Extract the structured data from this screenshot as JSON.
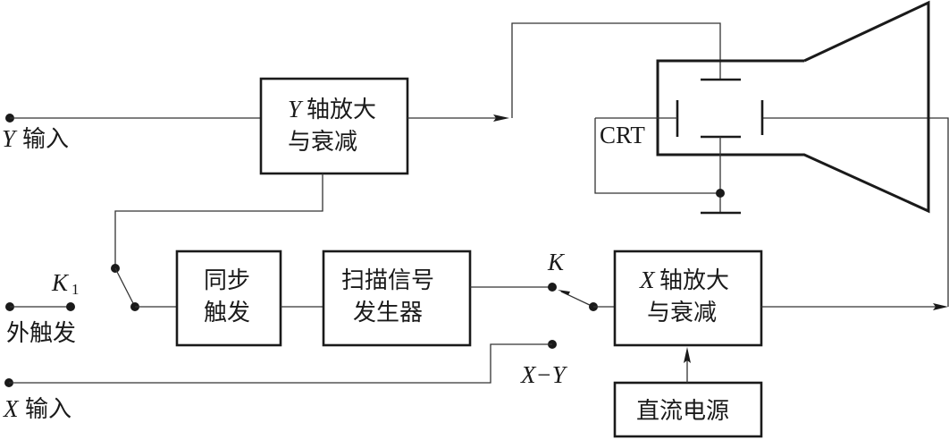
{
  "diagram": {
    "title": "示波器原理框图",
    "inputs": {
      "y_input": {
        "var": "Y",
        "label": "输入"
      },
      "external_trigger": {
        "label": "外触发",
        "switch": "K",
        "switch_sub": "1"
      },
      "x_input": {
        "var": "X",
        "label": "输入"
      }
    },
    "blocks": {
      "y_amp": {
        "var": "Y",
        "line1": "轴放大",
        "line2": "与衰减"
      },
      "sync_trigger": {
        "line1": "同步",
        "line2": "触发"
      },
      "sweep_gen": {
        "line1": "扫描信号",
        "line2": "发生器"
      },
      "x_amp": {
        "var": "X",
        "line1": "轴放大",
        "line2": "与衰减"
      },
      "dc_supply": {
        "line1": "直流电源"
      }
    },
    "switches": {
      "k_label": "K",
      "xy_label": "X−Y"
    },
    "crt": {
      "label": "CRT"
    },
    "edges": [
      {
        "from": "y_input",
        "to": "y_amp"
      },
      {
        "from": "y_amp",
        "to": "crt_vertical_plates"
      },
      {
        "from": "y_amp",
        "to": "sync_switch_k1"
      },
      {
        "from": "external_trigger",
        "to": "sync_switch_k1"
      },
      {
        "from": "sync_switch_k1",
        "to": "sync_trigger"
      },
      {
        "from": "sync_trigger",
        "to": "sweep_gen"
      },
      {
        "from": "sweep_gen",
        "to": "switch_k"
      },
      {
        "from": "x_input",
        "to": "switch_k_xy"
      },
      {
        "from": "switch_k",
        "to": "x_amp"
      },
      {
        "from": "dc_supply",
        "to": "x_amp"
      },
      {
        "from": "x_amp",
        "to": "crt_horizontal_plates"
      }
    ]
  }
}
